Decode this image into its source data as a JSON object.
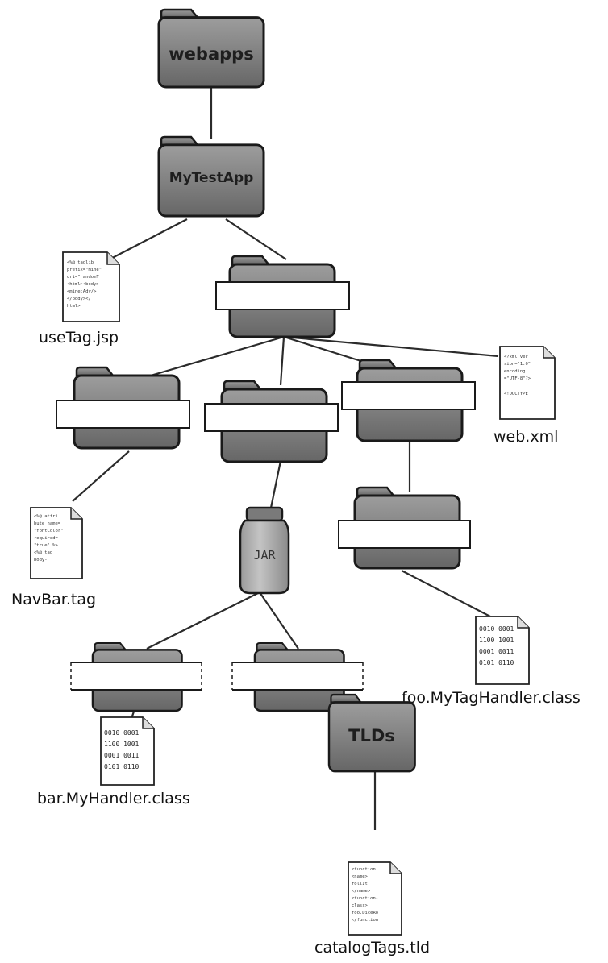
{
  "folders": {
    "webapps": "webapps",
    "mytestapp": "MyTestApp",
    "tlds": "TLDs"
  },
  "jar": {
    "label": "JAR"
  },
  "files": {
    "usetag": "useTag.jsp",
    "webxml": "web.xml",
    "navbar": "NavBar.tag",
    "foo_handler": "foo.MyTagHandler.class",
    "bar_handler": "bar.MyHandler.class",
    "catalog": "catalogTags.tld"
  },
  "blank_labels": {
    "web_inf": "",
    "tags": "",
    "lib": "",
    "classes": "",
    "foo": "",
    "bar": "",
    "meta_inf": ""
  },
  "binary_lines": [
    "0010  0001",
    "1100  1001",
    "0001  0011",
    "0101  0110"
  ]
}
